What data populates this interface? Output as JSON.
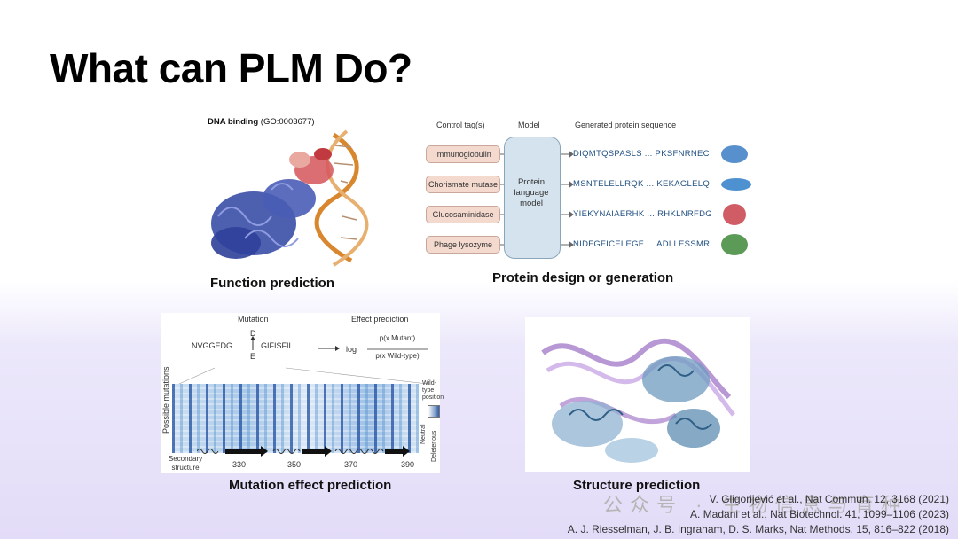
{
  "slide": {
    "title": "What can PLM Do?"
  },
  "function_panel": {
    "heading_bold": "DNA binding",
    "heading_rest": " (GO:0003677)",
    "caption": "Function prediction"
  },
  "design_panel": {
    "col_tags": "Control tag(s)",
    "col_model": "Model",
    "col_seq": "Generated protein sequence",
    "model_label": "Protein language model",
    "rows": [
      {
        "tag": "Immunoglobulin",
        "seq": "DIQMTQSPASLS ... PKSFNRNEC",
        "color": "#3b7cc4"
      },
      {
        "tag": "Chorismate mutase",
        "seq": "MSNTELELLRQK ... KEKAGLELQ",
        "color": "#2f7ec9"
      },
      {
        "tag": "Glucosaminidase",
        "seq": "YIEKYNAIAERHK ... RHKLNRFDG",
        "color": "#c8404a"
      },
      {
        "tag": "Phage lysozyme",
        "seq": "NIDFGFICELEGF ... ADLLESSMR",
        "color": "#3f8a3a"
      }
    ],
    "caption": "Protein design or generation"
  },
  "mutation_panel": {
    "label_mutation": "Mutation",
    "label_effect": "Effect prediction",
    "seq_left": "NVGGEDG",
    "seq_right": "GIFISFIL",
    "mut_top": "D",
    "mut_bottom": "E",
    "log_label": "log",
    "numerator": "p(x Mutant)",
    "denominator": "p(x Wild-type)",
    "y_axis": "Possible mutations",
    "legend_title": "Wild-type position",
    "legend_neutral": "Neutral",
    "legend_deleterious": "Deleterious",
    "secondary": "Secondary structure",
    "ticks": [
      "330",
      "350",
      "370",
      "390"
    ],
    "caption": "Mutation effect prediction"
  },
  "structure_panel": {
    "caption": "Structure prediction"
  },
  "citations": [
    "V. Gligorijević et al., Nat Commun. 12, 3168 (2021)",
    "A. Madani et al., Nat Biotechnol. 41, 1099–1106 (2023)",
    "A. J. Riesselman, J. B. Ingraham, D. S. Marks, Nat Methods. 15, 816–822 (2018)"
  ],
  "watermark": "公众号 · 生物信息与育种"
}
